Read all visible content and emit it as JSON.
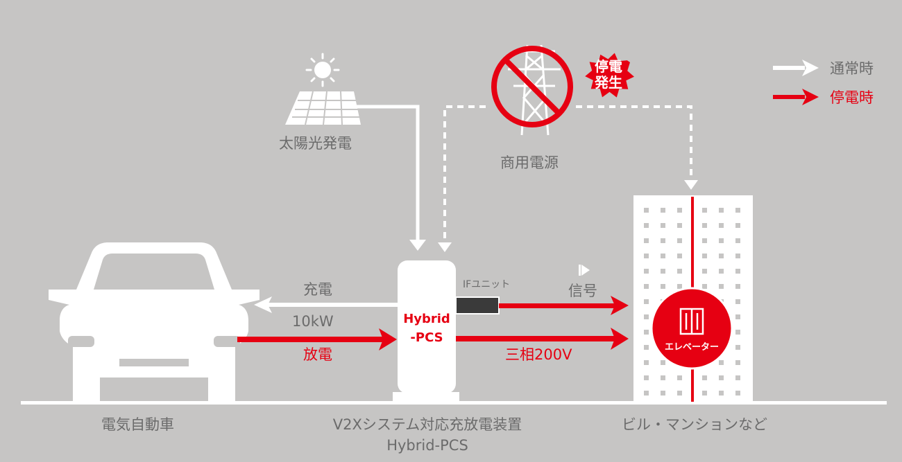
{
  "colors": {
    "background": "#c6c5c4",
    "normal": "#ffffff",
    "outage": "#e60012",
    "label": "#6b6b6b",
    "dark_unit": "#3a3a3a"
  },
  "legend": {
    "normal_label": "通常時",
    "outage_label": "停電時"
  },
  "sources": {
    "solar_label": "太陽光発電",
    "grid_label": "商用電源",
    "outage_badge_line1": "停電",
    "outage_badge_line2": "発生"
  },
  "pcs": {
    "name_line1": "Hybrid",
    "name_line2": "-PCS",
    "caption_line1": "V2Xシステム対応充放電装置",
    "caption_line2": "Hybrid-PCS",
    "if_unit_label": "IFユニット"
  },
  "vehicle": {
    "label": "電気自動車",
    "charge_label": "充電",
    "power_label": "10kW",
    "discharge_label": "放電"
  },
  "building": {
    "label": "ビル・マンションなど",
    "signal_label": "信号",
    "supply_label": "三相200V",
    "elevator_label": "エレベーター"
  },
  "icons": [
    "sun-icon",
    "solar-panel-icon",
    "transmission-tower-icon",
    "prohibited-icon",
    "burst-badge-icon",
    "car-icon",
    "building-icon",
    "elevator-door-icon",
    "signal-play-icon",
    "arrow-icon"
  ]
}
